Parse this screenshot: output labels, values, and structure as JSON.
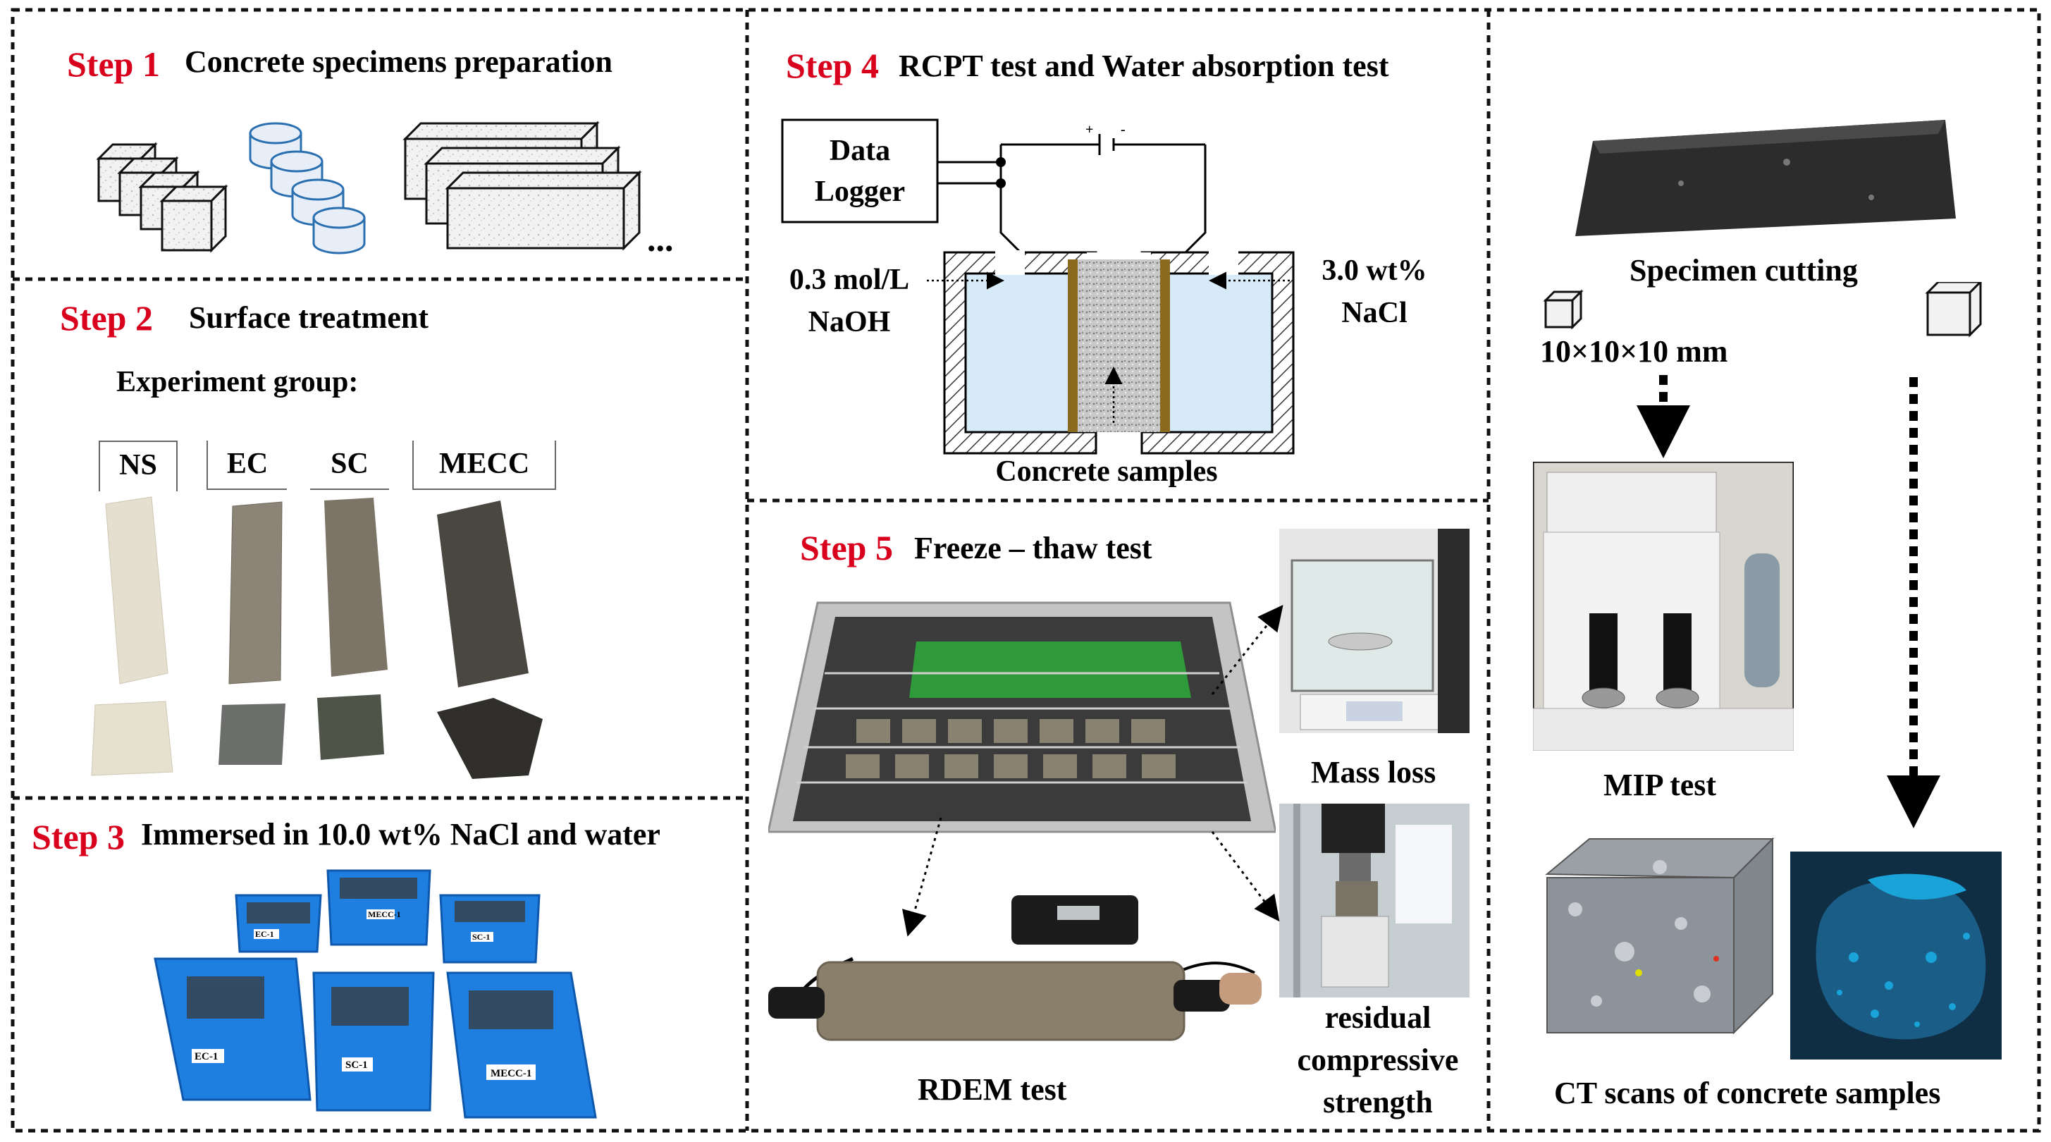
{
  "step1": {
    "step": "Step 1",
    "title": "Concrete specimens preparation",
    "more": "..."
  },
  "step2": {
    "step": "Step 2",
    "title": "Surface treatment",
    "group_label": "Experiment group:",
    "groups": [
      "NS",
      "EC",
      "SC",
      "MECC"
    ]
  },
  "step3": {
    "step": "Step 3",
    "title": "Immersed in 10.0 wt% NaCl and water",
    "box_labels": [
      "EC-1",
      "MECC-1",
      "SC-1",
      "SC-1",
      "MECC-1",
      "EC-1"
    ]
  },
  "step4": {
    "step": "Step 4",
    "title": "RCPT test and Water absorption test",
    "logger": [
      "Data",
      "Logger"
    ],
    "left_solution": [
      "0.3 mol/L",
      "NaOH"
    ],
    "right_solution": [
      "3.0 wt%",
      "NaCl"
    ],
    "samples": "Concrete samples",
    "plus": "+",
    "minus": "-"
  },
  "step5": {
    "step": "Step 5",
    "title": "Freeze – thaw test",
    "rdem": "RDEM test",
    "mass_loss": "Mass loss",
    "residual": [
      "residual",
      "compressive",
      "strength"
    ]
  },
  "right": {
    "cutting": "Specimen cutting",
    "size": "10×10×10 mm",
    "mip": "MIP test",
    "ct": "CT scans of concrete samples"
  },
  "colors": {
    "step": "#d8001c",
    "water": "#d6ebf7",
    "electrode": "#8a6a1e",
    "bin": "#1f7fe0",
    "ct_blue": "#1aa3d8"
  }
}
